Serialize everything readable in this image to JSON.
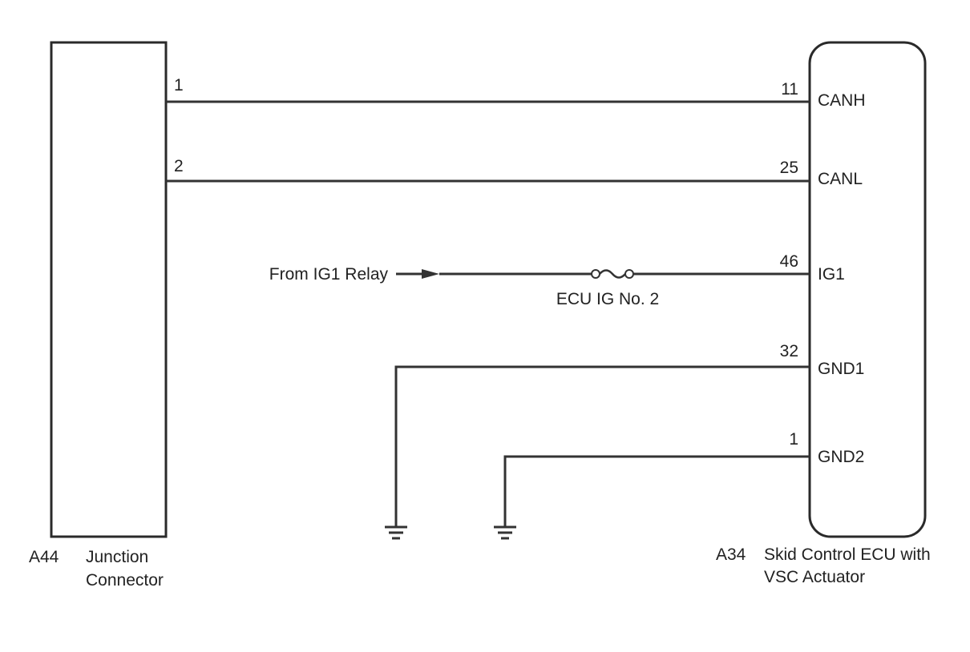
{
  "left_component": {
    "code": "A44",
    "name_line1": "Junction",
    "name_line2": "Connector",
    "pins": [
      {
        "number": "1"
      },
      {
        "number": "2"
      }
    ]
  },
  "right_component": {
    "code": "A34",
    "name_line1": "Skid Control ECU with",
    "name_line2": "VSC Actuator",
    "pins": [
      {
        "number": "11",
        "signal": "CANH"
      },
      {
        "number": "25",
        "signal": "CANL"
      },
      {
        "number": "46",
        "signal": "IG1"
      },
      {
        "number": "32",
        "signal": "GND1"
      },
      {
        "number": "1",
        "signal": "GND2"
      }
    ]
  },
  "power_source": {
    "label": "From IG1 Relay",
    "fuse_label": "ECU IG No. 2"
  },
  "colors": {
    "line": "#333333",
    "text": "#222222",
    "background": "#ffffff"
  }
}
